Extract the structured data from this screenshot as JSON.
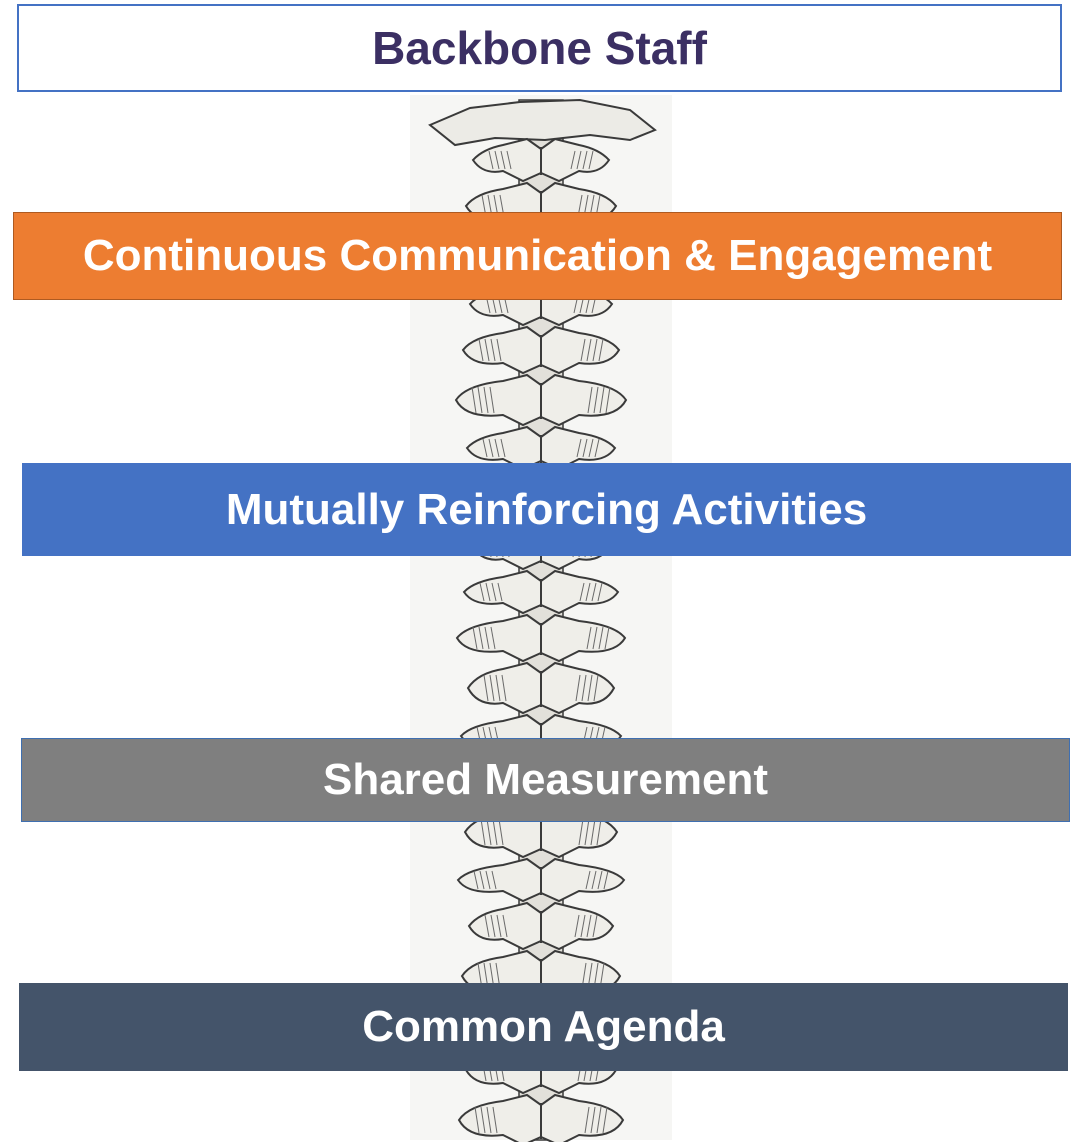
{
  "diagram": {
    "layers": [
      {
        "id": "backbone",
        "label": "Backbone Staff"
      },
      {
        "id": "communication",
        "label": "Continuous Communication & Engagement"
      },
      {
        "id": "activities",
        "label": "Mutually Reinforcing Activities"
      },
      {
        "id": "measurement",
        "label": "Shared Measurement"
      },
      {
        "id": "agenda",
        "label": "Common Agenda"
      }
    ],
    "colors": {
      "backbone_text": "#3b2f63",
      "backbone_border": "#4472c4",
      "communication": "#ed7d31",
      "activities": "#4472c4",
      "measurement": "#7f7f7f",
      "agenda": "#44546a",
      "bone": "#3a3a3a"
    },
    "background_image": "spine-illustration"
  }
}
